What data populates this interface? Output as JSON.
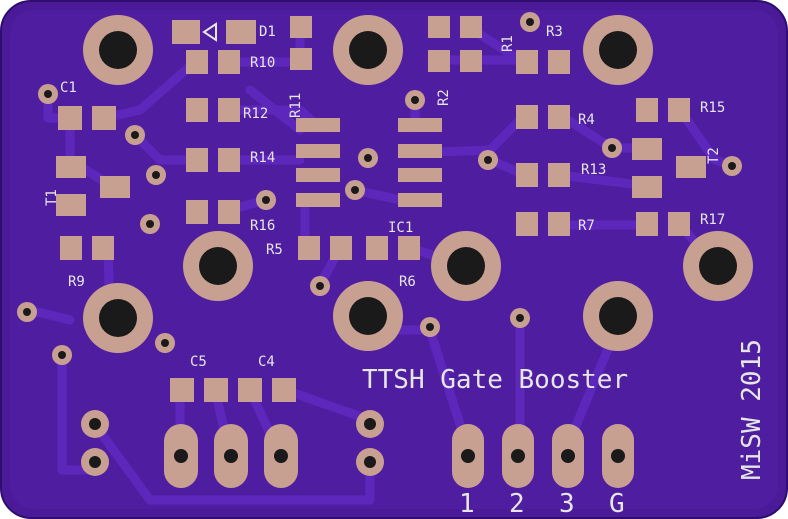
{
  "board": {
    "title_text": "TTSH Gate Booster",
    "credit_text": "MiSW 2015",
    "colors": {
      "board": "#4a1a98",
      "board_edge": "#2e0d6e",
      "trace": "#5a22b4",
      "pad": "#c8a091",
      "hole": "#1a1a1a",
      "silk": "#e6e6e6"
    }
  },
  "labels": {
    "d1": "D1",
    "r10": "R10",
    "r11": "R11",
    "r2": "R2",
    "r1": "R1",
    "r3": "R3",
    "c1": "C1",
    "r12": "R12",
    "r15": "R15",
    "r4": "R4",
    "r14": "R14",
    "t1": "T1",
    "t2": "T2",
    "r13": "R13",
    "r16": "R16",
    "r7": "R7",
    "r17": "R17",
    "ic1": "IC1",
    "r5": "R5",
    "r6": "R6",
    "r9": "R9",
    "c5": "C5",
    "c4": "C4"
  },
  "connector": {
    "pin1": "1",
    "pin2": "2",
    "pin3": "3",
    "pinG": "G"
  }
}
